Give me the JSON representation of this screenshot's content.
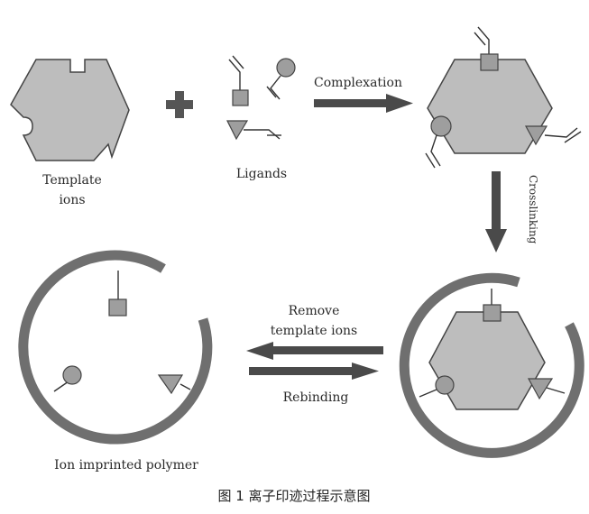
{
  "labels": {
    "template_ions_line1": "Template",
    "template_ions_line2": "ions",
    "ligands": "Ligands",
    "complexation": "Complexation",
    "crosslinking": "Crosslinking",
    "remove_line1": "Remove",
    "remove_line2": "template ions",
    "rebinding": "Rebinding",
    "ion_imprinted_polymer": "Ion imprinted polymer"
  },
  "caption": "图 1 离子印迹过程示意图",
  "colors": {
    "shape_fill": "#bdbdbd",
    "shape_stroke": "#444444",
    "ligand_fill": "#9e9e9e",
    "arrow": "#4a4a4a",
    "polymer_ring": "#6f6f6f",
    "line": "#333333"
  }
}
